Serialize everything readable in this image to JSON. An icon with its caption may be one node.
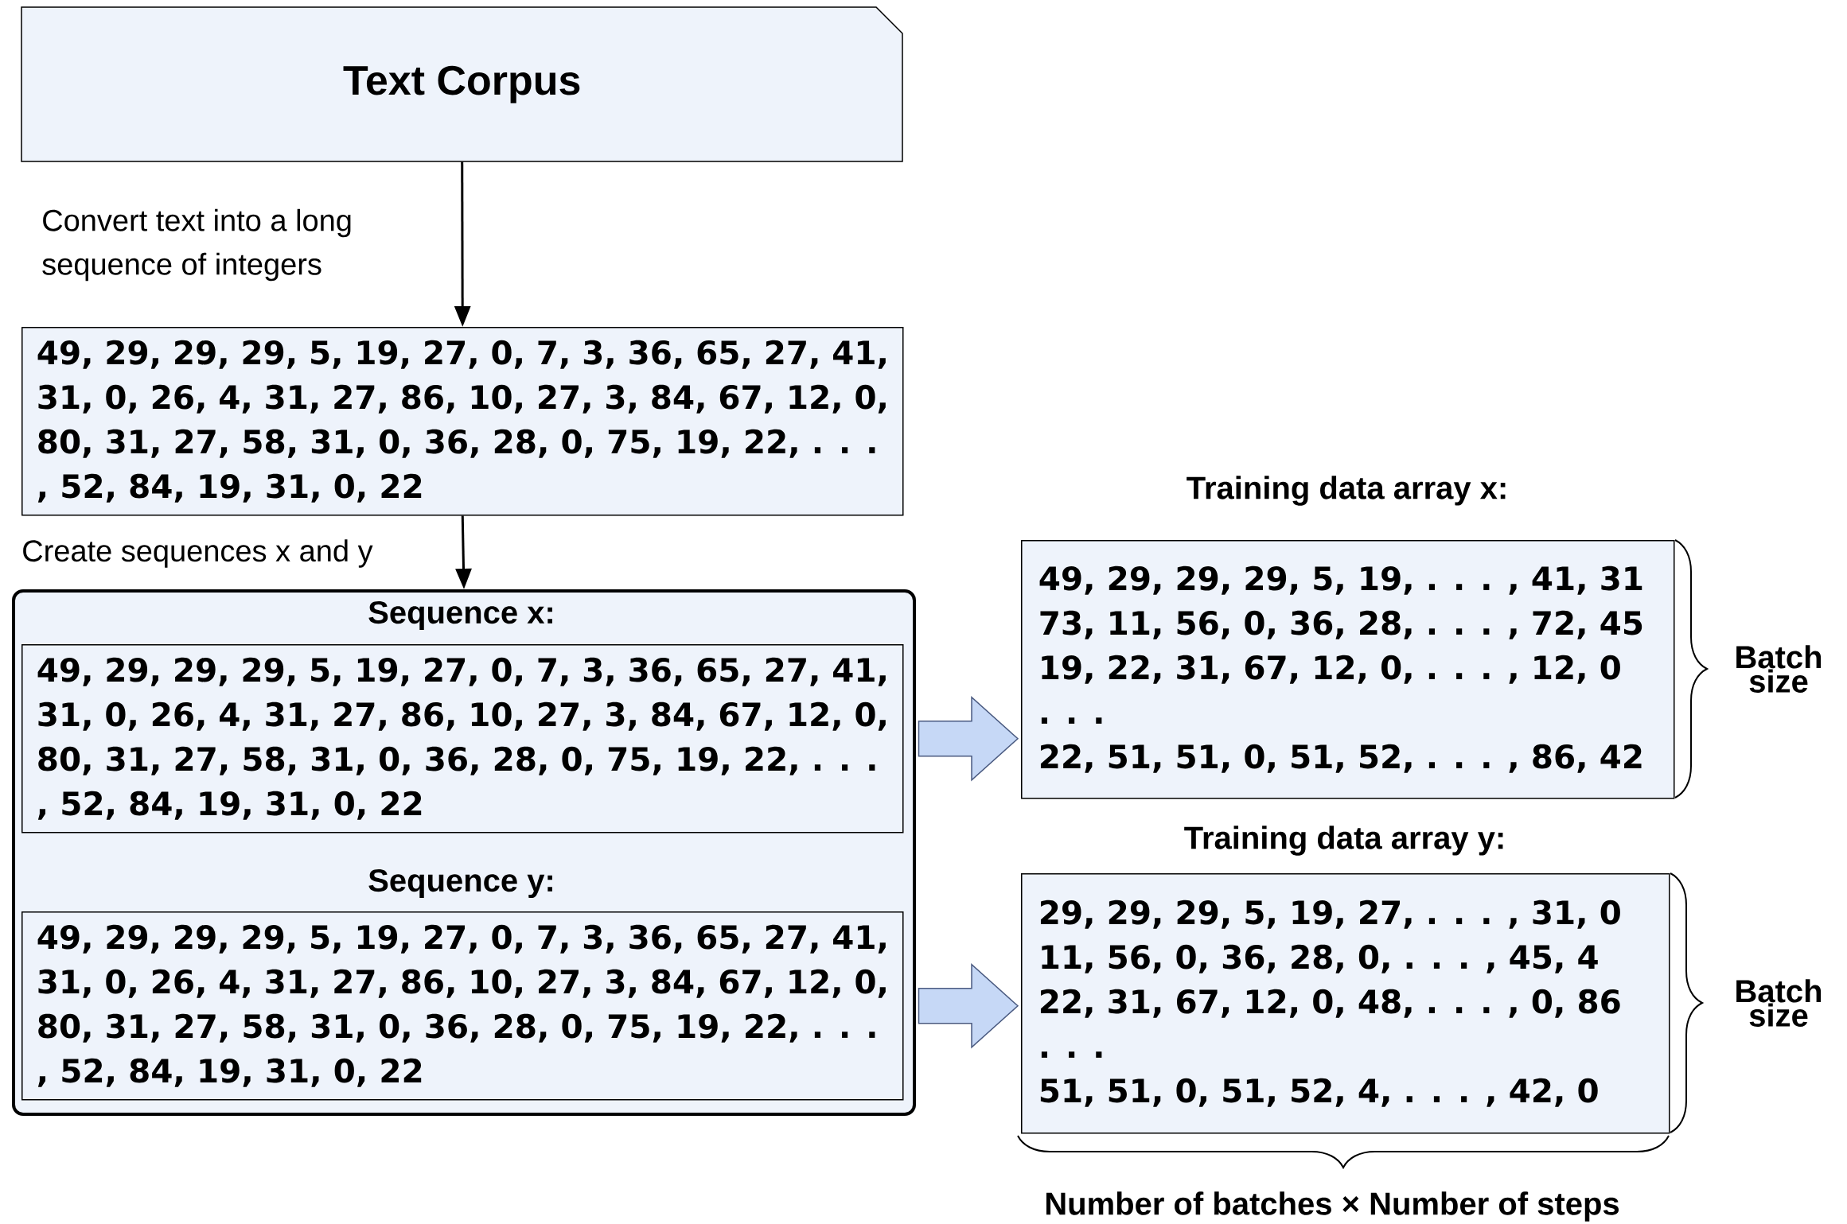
{
  "diagram": {
    "nodes": [
      {
        "text": [
          "Text Corpus"
        ]
      },
      {
        "text": [
          "49, 29, 29, 29, 5, 19, 27, 0, 7, 3, 36, 65, 27, 41, 31, 0, 26, 4, 31, 27, 86, 10, 27, 3, 84, 67, 12, 0, 80, 31, 27, 58, 31, 0, 36, 28, 0, 75, 19, 22, . . . , 52, 84, 19, 31, 0, 22"
        ]
      },
      {
        "text": [],
        "shape": "box"
      },
      {
        "text": [
          "Sequence x:",
          "49, 29, 29, 29, 5, 19, 27, 0, 7, 3, 36, 65, 27, 41, 31, 0, 26, 4, 31, 27, 86, 10, 27, 3, 84, 67, 12, 0, 80, 31, 27, 58, 31, 0, 36, 28, 0, 75, 19, 22, . . . , 52, 84, 19, 31, 0, 22"
        ],
        "in": 2
      },
      {
        "text": [
          "Sequence y:",
          "49, 29, 29, 29, 5, 19, 27, 0, 7, 3, 36, 65, 27, 41, 31, 0, 26, 4, 31, 27, 86, 10, 27, 3, 84, 67, 12, 0, 80, 31, 27, 58, 31, 0, 36, 28, 0, 75, 19, 22, . . . , 52, 84, 19, 31, 0, 22"
        ],
        "in": 2
      },
      {
        "text": [
          "Training data array x:",
          "49, 29, 29, 29, 5, 19, . . . , 41, 31",
          "73, 11, 56, 0, 36, 28, . . . , 72, 45",
          "19, 22, 31, 67, 12, 0, . . . , 12, 0",
          ". . .",
          "22, 51, 51, 0, 51, 52, . . . , 86, 42"
        ],
        "beside": [
          "Batch size"
        ]
      },
      {
        "text": [
          "Training data array y:",
          "29, 29, 29, 5, 19, 27, . . . , 31, 0",
          "11, 56, 0, 36, 28, 0, . . . , 45, 4",
          "22, 31, 67, 12, 0, 48, . . . , 0, 86",
          ". . .",
          "51, 51, 0, 51, 52, 4, . . . , 42, 0"
        ],
        "beside": [
          "Batch size"
        ]
      }
    ],
    "edges": [
      {
        "from": 0,
        "to": 1,
        "arrow": "to",
        "label": "Convert text into a long sequence of integers"
      },
      {
        "from": 1,
        "to": 2,
        "arrow": "to",
        "label": "Create sequences x and y"
      },
      {
        "from": 3,
        "to": 5,
        "arrow": "to",
        "style": "thick"
      },
      {
        "from": 4,
        "to": 6,
        "arrow": "to",
        "style": "thick"
      }
    ],
    "labels": [
      "Number of batches × Number of steps"
    ]
  }
}
